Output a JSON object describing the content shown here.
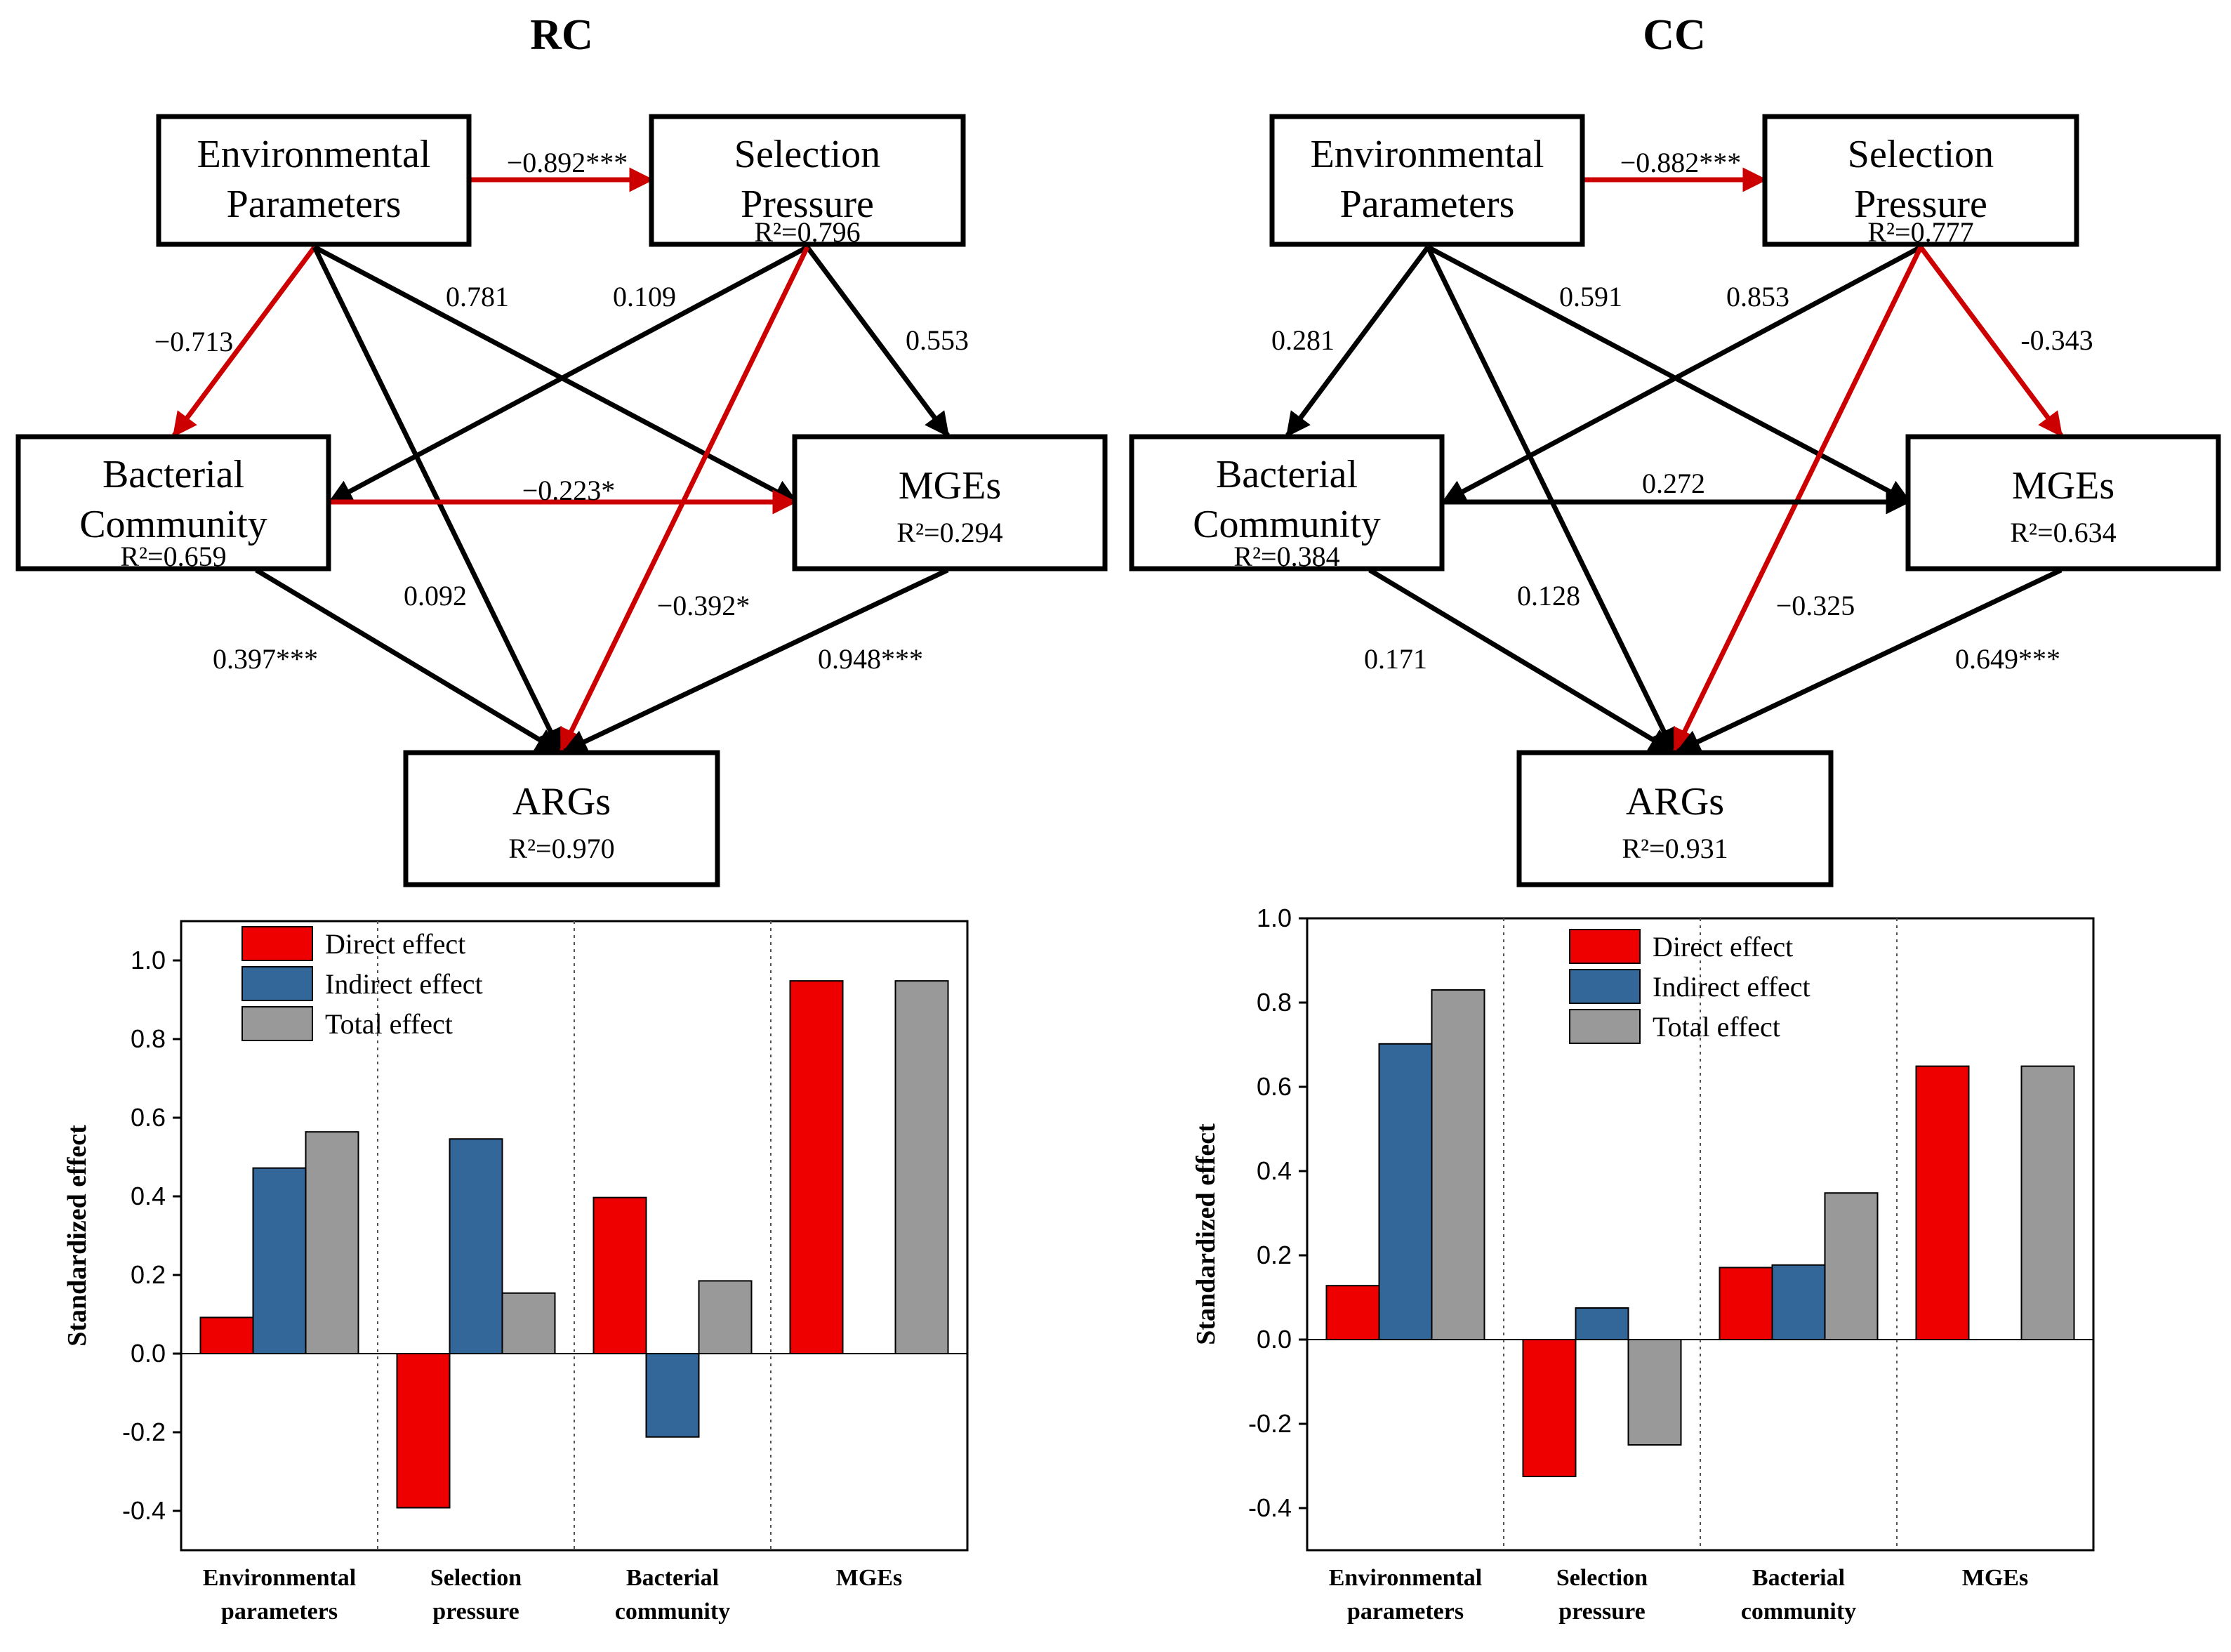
{
  "colors": {
    "negative_path": "#cc0000",
    "positive_path": "#000000",
    "direct": "#ee0000",
    "indirect": "#336699",
    "total": "#999999"
  },
  "nodes": {
    "env": {
      "line1": "Environmental",
      "line2": "Parameters"
    },
    "sel": {
      "line1": "Selection",
      "line2": "Pressure"
    },
    "bac": {
      "line1": "Bacterial",
      "line2": "Community"
    },
    "mge": {
      "line1": "MGEs"
    },
    "arg": {
      "line1": "ARGs"
    }
  },
  "panels": {
    "rc": {
      "title": "RC",
      "r2": {
        "sel": "R²=0.796",
        "bac": "R²=0.659",
        "mge": "R²=0.294",
        "arg": "R²=0.970"
      },
      "paths": [
        {
          "id": "env_sel",
          "label": "−0.892***",
          "sign": "negative"
        },
        {
          "id": "env_bac",
          "label": "−0.713",
          "sign": "negative"
        },
        {
          "id": "env_mge",
          "label": "0.781",
          "sign": "positive"
        },
        {
          "id": "env_arg",
          "label": "0.092",
          "sign": "positive"
        },
        {
          "id": "sel_bac",
          "label": "0.109",
          "sign": "positive"
        },
        {
          "id": "sel_mge",
          "label": "0.553",
          "sign": "positive"
        },
        {
          "id": "sel_arg",
          "label": "−0.392*",
          "sign": "negative"
        },
        {
          "id": "bac_mge",
          "label": "−0.223*",
          "sign": "negative"
        },
        {
          "id": "bac_arg",
          "label": "0.397***",
          "sign": "positive"
        },
        {
          "id": "mge_arg",
          "label": "0.948***",
          "sign": "positive"
        }
      ]
    },
    "cc": {
      "title": "CC",
      "r2": {
        "sel": "R²=0.777",
        "bac": "R²=0.384",
        "mge": "R²=0.634",
        "arg": "R²=0.931"
      },
      "paths": [
        {
          "id": "env_sel",
          "label": "−0.882***",
          "sign": "negative"
        },
        {
          "id": "env_bac",
          "label": "0.281",
          "sign": "positive"
        },
        {
          "id": "env_mge",
          "label": "0.591",
          "sign": "positive"
        },
        {
          "id": "env_arg",
          "label": "0.128",
          "sign": "positive"
        },
        {
          "id": "sel_bac",
          "label": "0.853",
          "sign": "positive"
        },
        {
          "id": "sel_mge",
          "label": "-0.343",
          "sign": "negative"
        },
        {
          "id": "sel_arg",
          "label": "−0.325",
          "sign": "negative"
        },
        {
          "id": "bac_mge",
          "label": "0.272",
          "sign": "positive"
        },
        {
          "id": "bac_arg",
          "label": "0.171",
          "sign": "positive"
        },
        {
          "id": "mge_arg",
          "label": "0.649***",
          "sign": "positive"
        }
      ]
    }
  },
  "chart_data": [
    {
      "type": "bar",
      "panel": "RC",
      "ylabel": "Standardized effect",
      "ylim": [
        -0.5,
        1.1
      ],
      "yticks": [
        "-0.4",
        "-0.2",
        "0.0",
        "0.2",
        "0.4",
        "0.6",
        "0.8",
        "1.0"
      ],
      "categories": [
        [
          "Environmental",
          "parameters"
        ],
        [
          "Selection",
          "pressure"
        ],
        [
          "Bacterial",
          "community"
        ],
        [
          "MGEs"
        ]
      ],
      "legend_position": "top-left",
      "series": [
        {
          "name": "Direct effect",
          "values": [
            0.092,
            -0.392,
            0.397,
            0.948
          ]
        },
        {
          "name": "Indirect effect",
          "values": [
            0.472,
            0.546,
            -0.212,
            0.0
          ]
        },
        {
          "name": "Total effect",
          "values": [
            0.564,
            0.154,
            0.185,
            0.948
          ]
        }
      ]
    },
    {
      "type": "bar",
      "panel": "CC",
      "ylabel": "Standardized effect",
      "ylim": [
        -0.5,
        1.0
      ],
      "yticks": [
        "-0.4",
        "-0.2",
        "0.0",
        "0.2",
        "0.4",
        "0.6",
        "0.8",
        "1.0"
      ],
      "categories": [
        [
          "Environmental",
          "parameters"
        ],
        [
          "Selection",
          "pressure"
        ],
        [
          "Bacterial",
          "community"
        ],
        [
          "MGEs"
        ]
      ],
      "legend_position": "top-left",
      "series": [
        {
          "name": "Direct effect",
          "values": [
            0.128,
            -0.325,
            0.171,
            0.649
          ]
        },
        {
          "name": "Indirect effect",
          "values": [
            0.702,
            0.075,
            0.177,
            0.0
          ]
        },
        {
          "name": "Total effect",
          "values": [
            0.83,
            -0.25,
            0.348,
            0.649
          ]
        }
      ]
    }
  ]
}
